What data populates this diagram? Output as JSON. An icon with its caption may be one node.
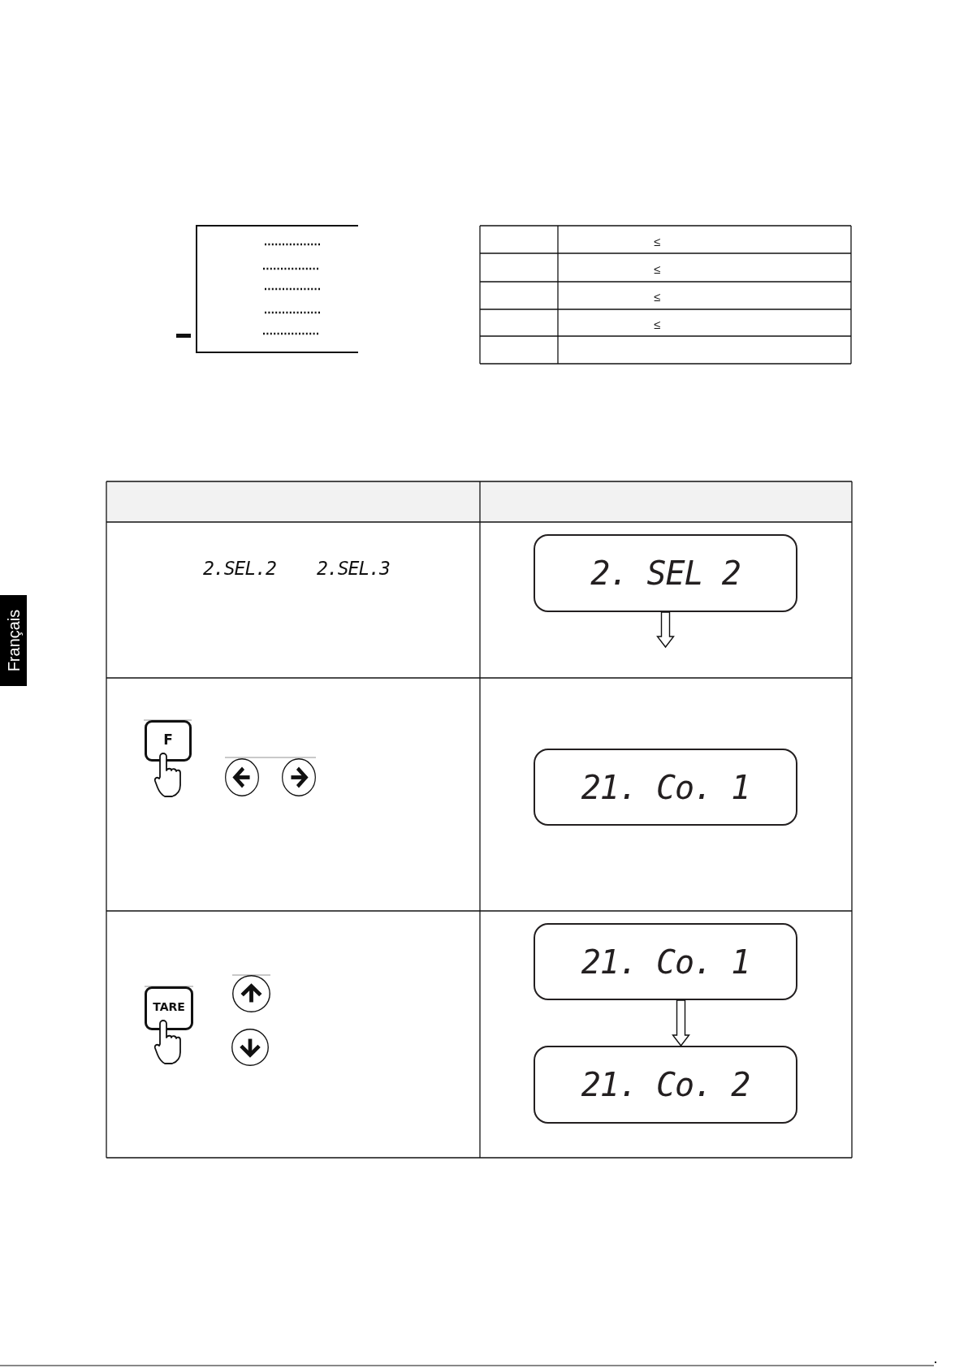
{
  "diagram": {
    "nodes": [
      {
        "text": [
          "2. SEL 2"
        ]
      },
      {
        "text": [
          "F"
        ]
      },
      {
        "text": [
          "21. Co. 1"
        ]
      },
      {
        "text": [
          "TARE"
        ]
      },
      {
        "text": [
          "21. Co. 1"
        ]
      },
      {
        "text": [
          "21. Co. 2"
        ]
      }
    ],
    "edges": [
      {
        "from": 0,
        "to": null,
        "arrow": "to"
      },
      {
        "from": 4,
        "to": 5,
        "arrow": "to"
      }
    ],
    "labels": [
      "≤",
      "≤",
      "≤",
      "≤",
      "2.SEL.2",
      "2.SEL.3",
      "Français"
    ]
  }
}
